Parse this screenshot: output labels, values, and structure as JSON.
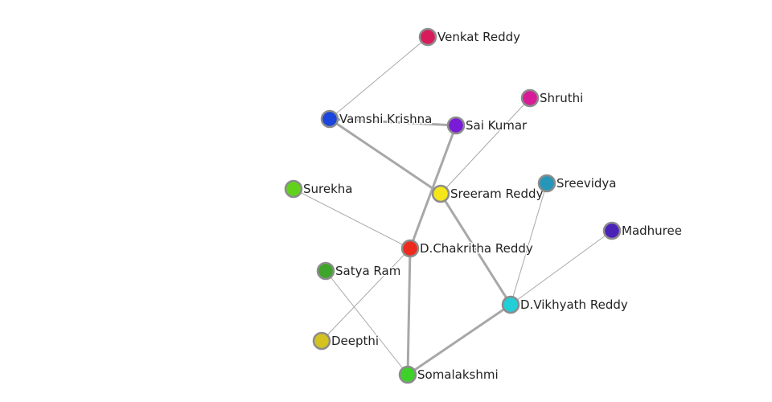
{
  "nodes": [
    {
      "id": "venkat",
      "label": "Venkat Reddy",
      "color": "#d81b5a"
    },
    {
      "id": "vamshi",
      "label": "Vamshi Krishna",
      "color": "#1b45db"
    },
    {
      "id": "saikumar",
      "label": "Sai Kumar",
      "color": "#7a1bd8"
    },
    {
      "id": "shruthi",
      "label": "Shruthi",
      "color": "#d81b96"
    },
    {
      "id": "surekha",
      "label": "Surekha",
      "color": "#62d11b"
    },
    {
      "id": "sreeram",
      "label": "Sreeram Reddy",
      "color": "#f5e61b"
    },
    {
      "id": "sreevidya",
      "label": "Sreevidya",
      "color": "#2796b8"
    },
    {
      "id": "madhuree",
      "label": "Madhuree",
      "color": "#4b22b8"
    },
    {
      "id": "chakritha",
      "label": "D.Chakritha Reddy",
      "color": "#ee2a1e"
    },
    {
      "id": "satyaram",
      "label": "Satya Ram",
      "color": "#3fa52a"
    },
    {
      "id": "vikhyath",
      "label": "D.Vikhyath Reddy",
      "color": "#22cfd8"
    },
    {
      "id": "deepthi",
      "label": "Deepthi",
      "color": "#d4c21e"
    },
    {
      "id": "somalakshmi",
      "label": "Somalakshmi",
      "color": "#3dd12a"
    }
  ],
  "edges": [
    {
      "source": "venkat",
      "target": "vamshi",
      "weight": "weak"
    },
    {
      "source": "vamshi",
      "target": "saikumar",
      "weight": "strong"
    },
    {
      "source": "vamshi",
      "target": "sreeram",
      "weight": "strong"
    },
    {
      "source": "saikumar",
      "target": "chakritha",
      "weight": "strong"
    },
    {
      "source": "shruthi",
      "target": "sreeram",
      "weight": "weak"
    },
    {
      "source": "sreeram",
      "target": "vikhyath",
      "weight": "strong"
    },
    {
      "source": "surekha",
      "target": "chakritha",
      "weight": "weak"
    },
    {
      "source": "sreevidya",
      "target": "vikhyath",
      "weight": "weak"
    },
    {
      "source": "madhuree",
      "target": "vikhyath",
      "weight": "weak"
    },
    {
      "source": "chakritha",
      "target": "somalakshmi",
      "weight": "strong"
    },
    {
      "source": "chakritha",
      "target": "deepthi",
      "weight": "weak"
    },
    {
      "source": "satyaram",
      "target": "somalakshmi",
      "weight": "weak"
    },
    {
      "source": "vikhyath",
      "target": "somalakshmi",
      "weight": "strong"
    }
  ]
}
